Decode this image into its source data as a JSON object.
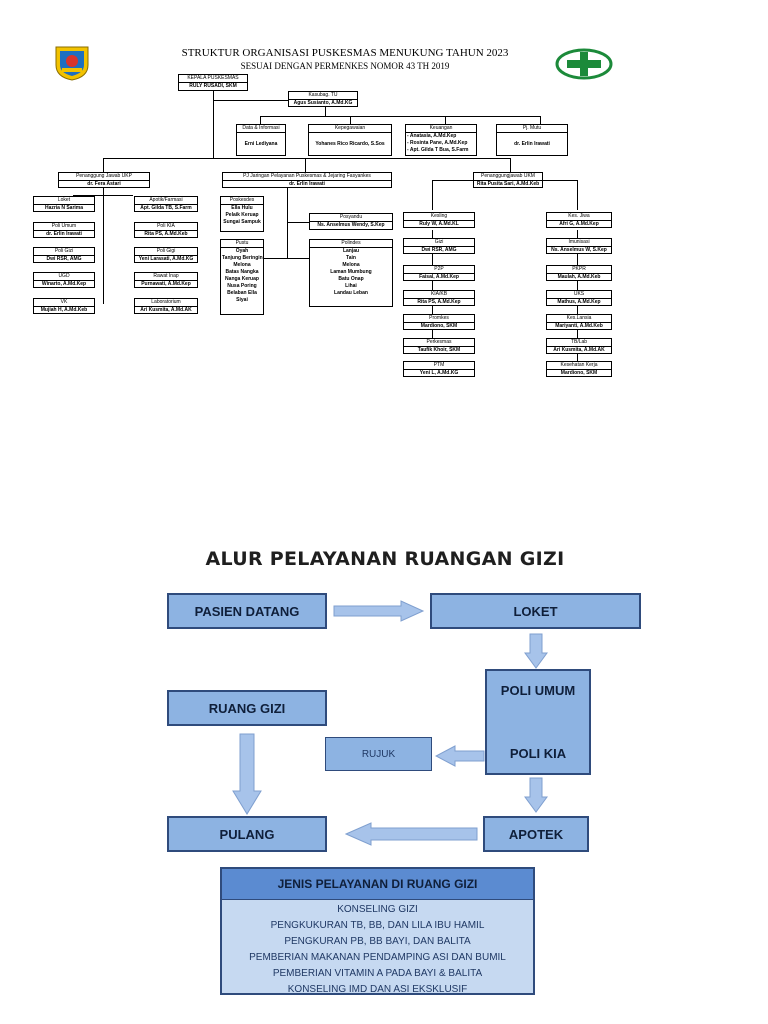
{
  "org": {
    "title": "STRUKTUR ORGANISASI PUSKESMAS MENUKUNG TAHUN 2023",
    "subtitle": "SESUAI DENGAN PERMENKES NOMOR 43 TH 2019",
    "kepala": {
      "title": "KEPALA PUSKESMAS",
      "name": "RULY RUSADI, SKM"
    },
    "kasubag": {
      "title": "Kasubag. TU",
      "name": "Agus Susianto, A.Md.KG"
    },
    "data_info": {
      "title": "Data & Informasi",
      "name": "Erni Lediyana"
    },
    "kepegawaian": {
      "title": "Kepegawaian",
      "name": "Yohanes Rico Ricardo, S.Sos"
    },
    "keuangan": {
      "title": "Keuangan",
      "names": [
        "- Anatasia, A.Md.Kep",
        "- Rosinta Pane, A.Md.Kep",
        "- Apt. Gilda T Bua, S.Farm"
      ]
    },
    "mutu": {
      "title": "Pj. Mutu",
      "name": "dr. Erlin Irawati"
    },
    "ukp": {
      "title": "Penanggung Jawab UKP",
      "name": "dr. Fera Astari"
    },
    "jejaring": {
      "title": "PJ Jaringan Pelayanan Puskesmas & Jejaring Fasyankes",
      "name": "dr. Erlin Irawati"
    },
    "ukm": {
      "title": "Penanggungjawab UKM",
      "name": "Rita Pusita Sari, A.Md.Keb"
    },
    "ukp_left": [
      {
        "title": "Loket",
        "name": "Hazria N Sarima"
      },
      {
        "title": "Poli Umum",
        "name": "dr. Erlin Irawati"
      },
      {
        "title": "Poli Gizi",
        "name": "Dwi RSR, AMG"
      },
      {
        "title": "UGD",
        "name": "Winarto, A.Md.Kep"
      },
      {
        "title": "VK",
        "name": "Mujiah H, A.Md.Keb"
      }
    ],
    "ukp_right": [
      {
        "title": "Apotik/Farmasi",
        "name": "Apt. Gilda TB, S.Farm"
      },
      {
        "title": "Poli KIA",
        "name": "Rita PS, A.Md.Keb"
      },
      {
        "title": "Poli Gigi",
        "name": "Yeni Larasati, A.Md.KG"
      },
      {
        "title": "Rawat Inap",
        "name": "Purnawati, A.Md.Kep"
      },
      {
        "title": "Laboratorium",
        "name": "Ari Kusmita, A.Md.AK"
      }
    ],
    "poskesdes": {
      "title": "Poskesdes",
      "names": [
        "Ella Hulu",
        "Pelaik Keruap",
        "Sungai Sampuk"
      ]
    },
    "pustu": {
      "title": "Pustu",
      "names": [
        "Oyah",
        "Tanjung Beringin",
        "Melona",
        "Batas Nangka",
        "Nanga Keruap",
        "Nusa Poring",
        "Belaban Ella",
        "Siyai"
      ]
    },
    "posyandu": {
      "title": "Posyandu",
      "name": "Ns. Anselmus Wendy, S.Kep"
    },
    "polindes": {
      "title": "Polindes",
      "names": [
        "Lanjau",
        "Tain",
        "Melona",
        "Laman Mumbung",
        "Batu Onap",
        "Lihai",
        "Landau Leban"
      ]
    },
    "ukm_left": [
      {
        "title": "Kesling",
        "name": "Ruly W, A.Md.KL"
      },
      {
        "title": "Gizi",
        "name": "Dwi RSR, AMG"
      },
      {
        "title": "P2P",
        "name": "Faisal, A.Md.Kep"
      },
      {
        "title": "KIA/KB",
        "name": "Rita PS, A.Md.Kep"
      },
      {
        "title": "Promkes",
        "name": "Mardiono, SKM"
      },
      {
        "title": "Perkesmas",
        "name": "Taufik Khoir, SKM"
      },
      {
        "title": "PTM",
        "name": "Yeni L, A.Md.KG"
      }
    ],
    "ukm_right": [
      {
        "title": "Kes. Jiwa",
        "name": "Afri G, A.Md.Kep"
      },
      {
        "title": "Imunisasi",
        "name": "Ns. Anselmus W, S.Kep"
      },
      {
        "title": "PKPR",
        "name": "Maulah, A.Md.Keb"
      },
      {
        "title": "UKS",
        "name": "Mathus, A.Md.Kep"
      },
      {
        "title": "Kes.Lansia",
        "name": "Mariyanti, A.Md.Keb"
      },
      {
        "title": "TB/Lab",
        "name": "Ari Kusmita, A.Md.AK"
      },
      {
        "title": "Kesehatan Kerja",
        "name": "Mardiono, SKM"
      }
    ]
  },
  "flow": {
    "title": "ALUR PELAYANAN RUANGAN GIZI",
    "pasien": "PASIEN DATANG",
    "loket": "LOKET",
    "poli_umum": "POLI UMUM",
    "poli_kia": "POLI KIA",
    "ruang_gizi": "RUANG GIZI",
    "rujuk": "RUJUK",
    "pulang": "PULANG",
    "apotek": "APOTEK"
  },
  "jenis": {
    "title": "JENIS PELAYANAN DI RUANG GIZI",
    "items": [
      "KONSELING GIZI",
      "PENGKUKURAN TB, BB, DAN LILA IBU HAMIL",
      "PENGKURAN PB, BB BAYI, DAN BALITA",
      "PEMBERIAN MAKANAN PENDAMPING ASI DAN BUMIL",
      "PEMBERIAN VITAMIN A PADA BAYI & BALITA",
      "KONSELING IMD DAN ASI EKSKLUSIF"
    ]
  },
  "colors": {
    "flow_box": "#8db3e2",
    "flow_border": "#2f4b7c",
    "arrow": "#a7c3ea",
    "header": "#5b8bd1"
  }
}
